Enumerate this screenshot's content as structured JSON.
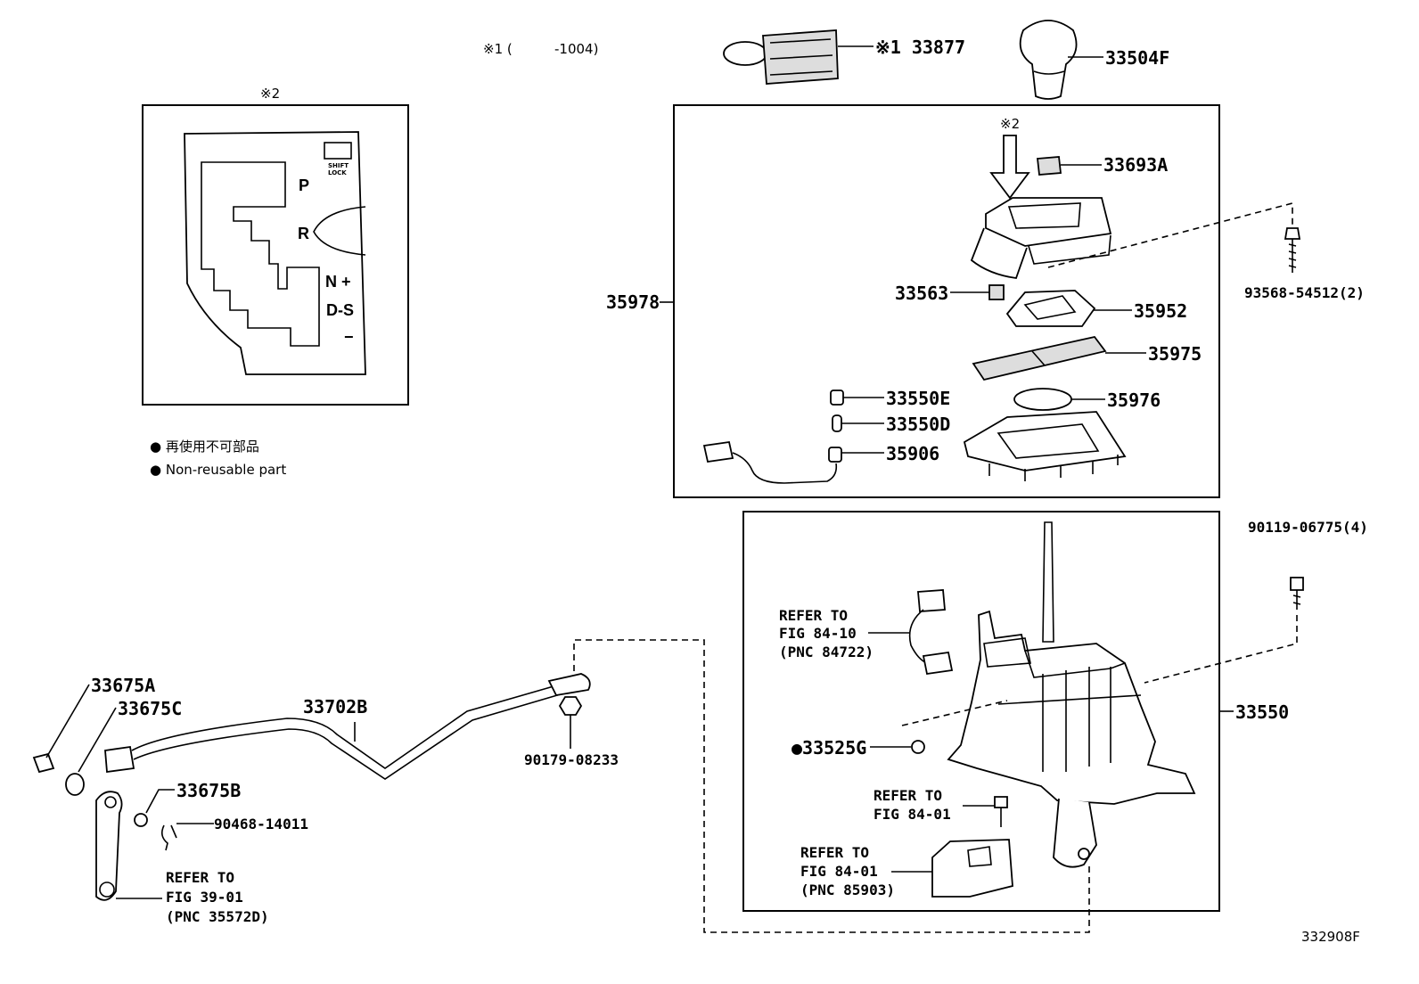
{
  "header": {
    "note1": "※1 (",
    "note1_range": "-1004)",
    "mark2_inset": "※2",
    "mark2_arrow": "※2"
  },
  "inset": {
    "shift_lock_label_1": "SHIFT",
    "shift_lock_label_2": "LOCK",
    "gear_p": "P",
    "gear_r": "R",
    "gear_n": "N +",
    "gear_ds": "D-S",
    "gear_minus": "−"
  },
  "legend": {
    "line_ja": "● 再使用不可部品",
    "line_en": "● Non-reusable part"
  },
  "parts": {
    "p33877": "※1 33877",
    "p33504F": "33504F",
    "p33693A": "33693A",
    "p35978": "35978",
    "p93568": "93568-54512(2)",
    "p33563": "33563",
    "p35952": "35952",
    "p35975": "35975",
    "p33550E": "33550E",
    "p35976": "35976",
    "p33550D": "33550D",
    "p35906": "35906",
    "p90119": "90119-06775(4)",
    "p33550": "33550",
    "p33525G": "●33525G",
    "p33675A": "33675A",
    "p33675C": "33675C",
    "p33702B": "33702B",
    "p90179": "90179-08233",
    "p33675B": "33675B",
    "p90468": "90468-14011"
  },
  "refs": {
    "r1_l1": "REFER TO",
    "r1_l2": "FIG 84-10",
    "r1_l3": "(PNC 84722)",
    "r2_l1": "REFER TO",
    "r2_l2": "FIG 84-01",
    "r3_l1": "REFER TO",
    "r3_l2": "FIG 84-01",
    "r3_l3": "(PNC 85903)",
    "r4_l1": "REFER TO",
    "r4_l2": "FIG 39-01",
    "r4_l3": "(PNC 35572D)"
  },
  "footer": {
    "figure_code": "332908F"
  }
}
